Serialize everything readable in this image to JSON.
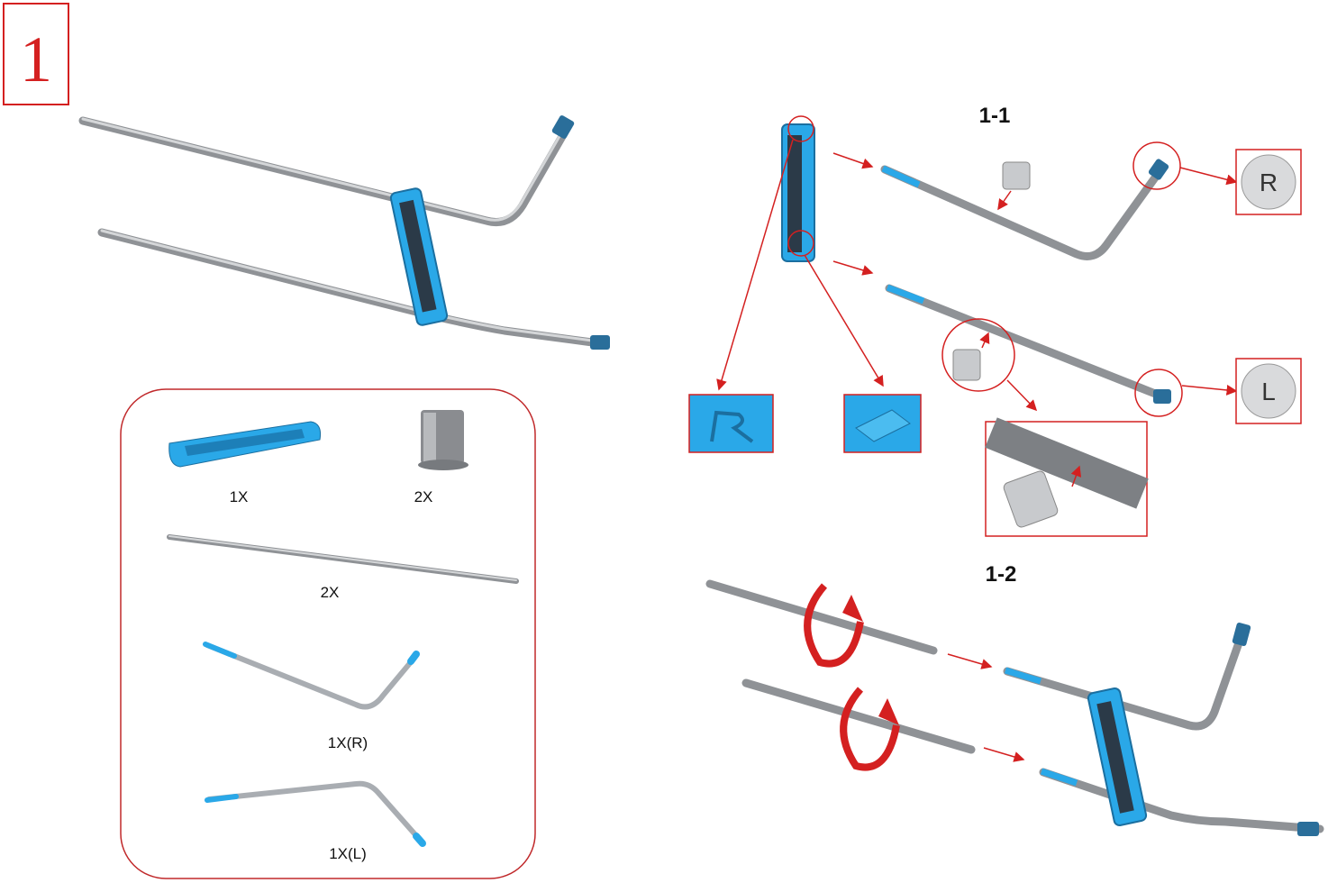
{
  "step_number": "1",
  "sub_steps": {
    "first": "1-1",
    "second": "1-2"
  },
  "side_markers": {
    "right": "R",
    "left": "L"
  },
  "parts_list": [
    {
      "part": "bracket",
      "qty": "1X"
    },
    {
      "part": "sleeve",
      "qty": "2X"
    },
    {
      "part": "straight-tube",
      "qty": "2X"
    },
    {
      "part": "right-rod",
      "qty": "1X(R)"
    },
    {
      "part": "left-rod",
      "qty": "1X(L)"
    }
  ],
  "colors": {
    "accent": "#d42020",
    "part_blue": "#2aa8e8",
    "tube_gray": "#8f9296"
  }
}
